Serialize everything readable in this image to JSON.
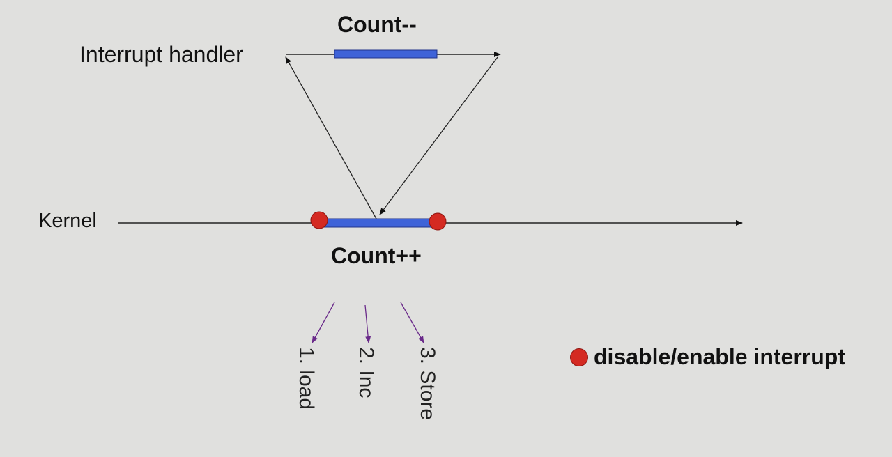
{
  "lanes": {
    "interrupt_handler": "Interrupt handler",
    "kernel": "Kernel"
  },
  "segments": {
    "handler": "Count--",
    "kernel": "Count++"
  },
  "steps": [
    "1. load",
    "2. Inc",
    "3. Store"
  ],
  "legend": {
    "label": "disable/enable interrupt"
  },
  "colors": {
    "background": "#e0e0de",
    "segment_fill": "#3f63d8",
    "interrupt_marker": "#d42a22",
    "step_arrow": "#6a2a8a",
    "line": "#222222"
  }
}
